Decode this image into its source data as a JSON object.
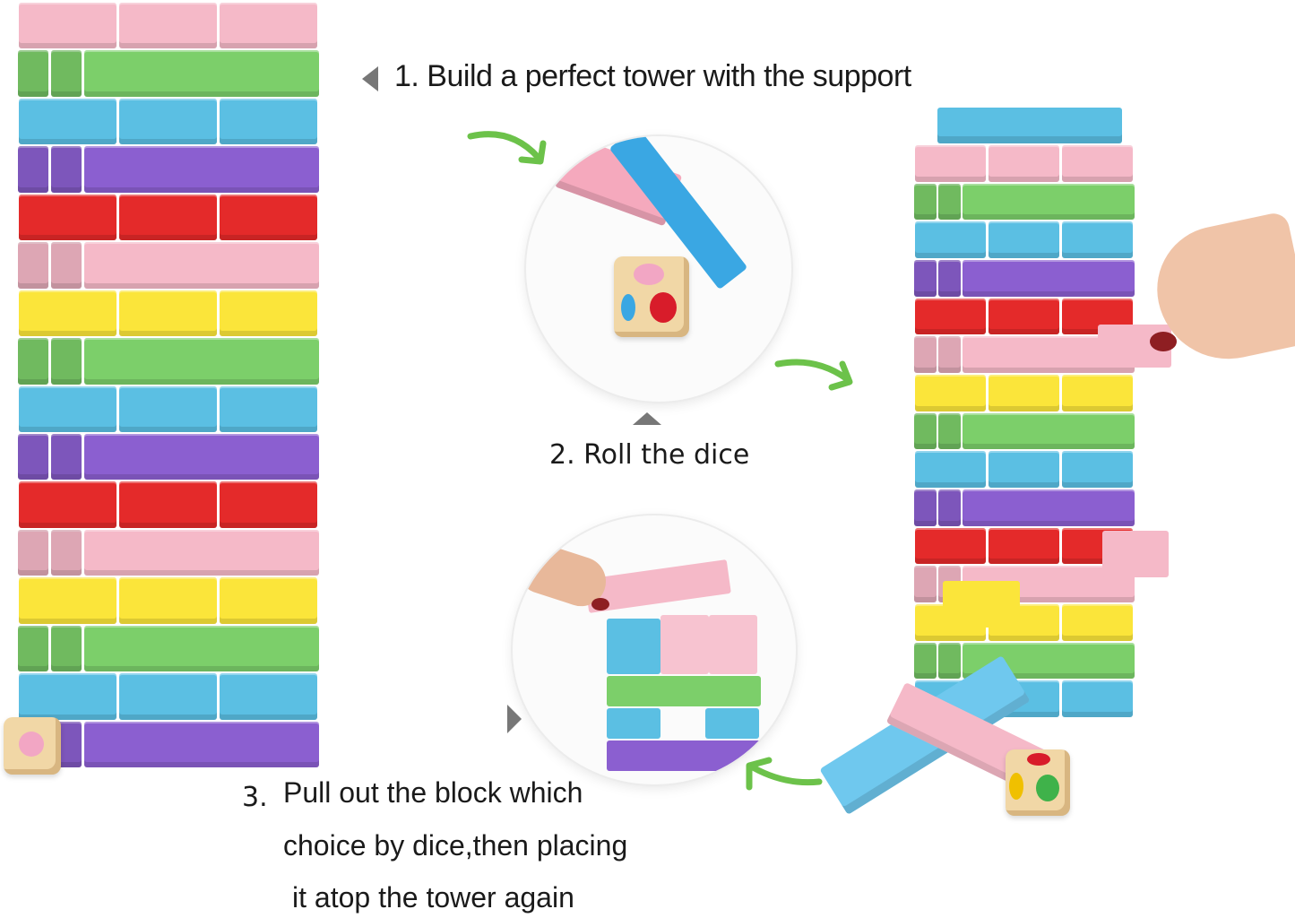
{
  "steps": {
    "step1": {
      "text": "1. Build a perfect tower with the support"
    },
    "step2": {
      "text": "2. Roll the dice"
    },
    "step3": {
      "number": "3.",
      "line1": "Pull out the block which",
      "line2": "choice by dice,then placing",
      "line3": "it atop the tower again"
    }
  },
  "colors": {
    "pink": "#f5b9c8",
    "green": "#7ccf6a",
    "blue": "#5bbfe3",
    "purple": "#8b5fd0",
    "red": "#e42a2a",
    "yellow": "#fbe53a",
    "arrow_green": "#6cc24a",
    "marker_gray": "#777777"
  },
  "left_tower_layers": [
    "pink",
    "green",
    "blue",
    "purple",
    "red",
    "pink",
    "yellow",
    "green",
    "blue",
    "purple",
    "red",
    "pink",
    "yellow",
    "green",
    "blue",
    "purple"
  ],
  "right_tower_layers": [
    "pink",
    "green",
    "blue",
    "purple",
    "red",
    "pink",
    "yellow",
    "green",
    "blue",
    "purple",
    "red",
    "pink",
    "yellow",
    "green",
    "blue"
  ]
}
